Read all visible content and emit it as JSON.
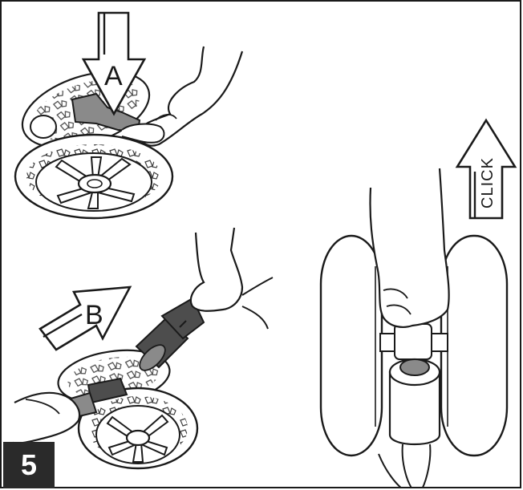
{
  "step": {
    "number": "5"
  },
  "arrows": {
    "a_label": "A",
    "b_label": "B",
    "click_label": "CLICK"
  },
  "colors": {
    "line": "#1a1a1a",
    "badge_bg": "#2a2a2a",
    "grey_part": "#8a8a8a",
    "dark_part": "#4d4d4d"
  }
}
